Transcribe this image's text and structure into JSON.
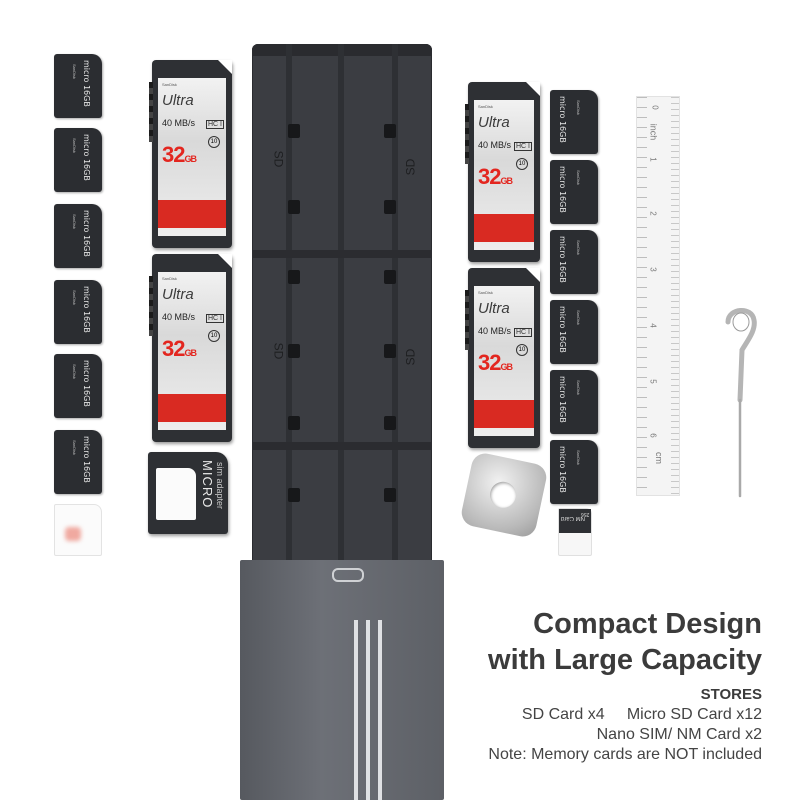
{
  "headline": {
    "line1": "Compact Design",
    "line2": "with Large Capacity"
  },
  "stores": {
    "title": "STORES",
    "line1": "SD Card x4     Micro SD Card x12",
    "line2": "Nano SIM/ NM Card x2",
    "note": "Note: Memory cards are NOT included"
  },
  "sd_card": {
    "brand": "SanDisk",
    "model": "Ultra",
    "speed": "40 MB/s",
    "hc": "HC I",
    "class": "10",
    "capacity": "32",
    "unit": "GB"
  },
  "micro_card": {
    "text": "micro 16GB",
    "subtext": "SanDisk"
  },
  "adapter": {
    "title": "MICRO",
    "subtitle": "sim adapter"
  },
  "nm_card": {
    "label": "NM Card",
    "capacity": "256"
  },
  "case_labels": {
    "left": "SD",
    "right": "SD"
  },
  "ruler": {
    "top_unit": "inch",
    "bottom_unit": "cm",
    "cm_marks": [
      "1",
      "2",
      "3",
      "4",
      "5",
      "6"
    ],
    "zero": "0"
  },
  "colors": {
    "card": "#2e3034",
    "case": "#3b3d42",
    "case_metal": "#5d6066",
    "sd_red": "#d92a22",
    "text": "#3b3b3b"
  }
}
